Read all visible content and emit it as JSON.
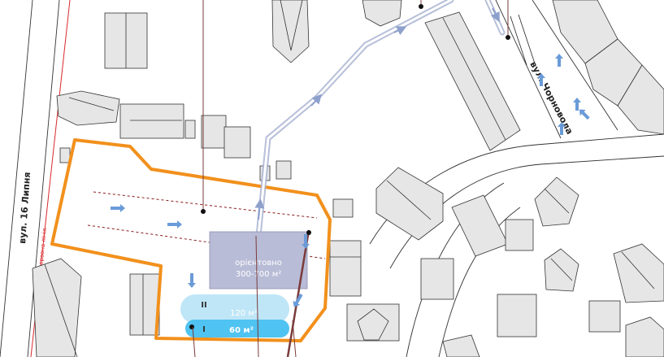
{
  "streets": {
    "main": "вул. 16 Липня",
    "secondary": "вул. Чорновола",
    "red_line_label": "червона лінія"
  },
  "building": {
    "line1": "орієнтовно",
    "line2": "300-700 м²"
  },
  "ponds": {
    "upper_label": "II",
    "upper_area": "120 м²",
    "lower_label": "I",
    "lower_area": "60 м²"
  },
  "colors": {
    "site_boundary": "#f2901c",
    "building_fill": "#b8bcd6",
    "pond_upper": "#bfe6f7",
    "pond_lower": "#4fc3f1",
    "houses": "#e6e6e6",
    "drain_route": "#aab4d2",
    "drain_line": "#7a3b3b",
    "flow_arrows": "#6a9bd8"
  },
  "icons": {
    "flow": "water-flow-icon",
    "direction": "arrow-icon"
  }
}
